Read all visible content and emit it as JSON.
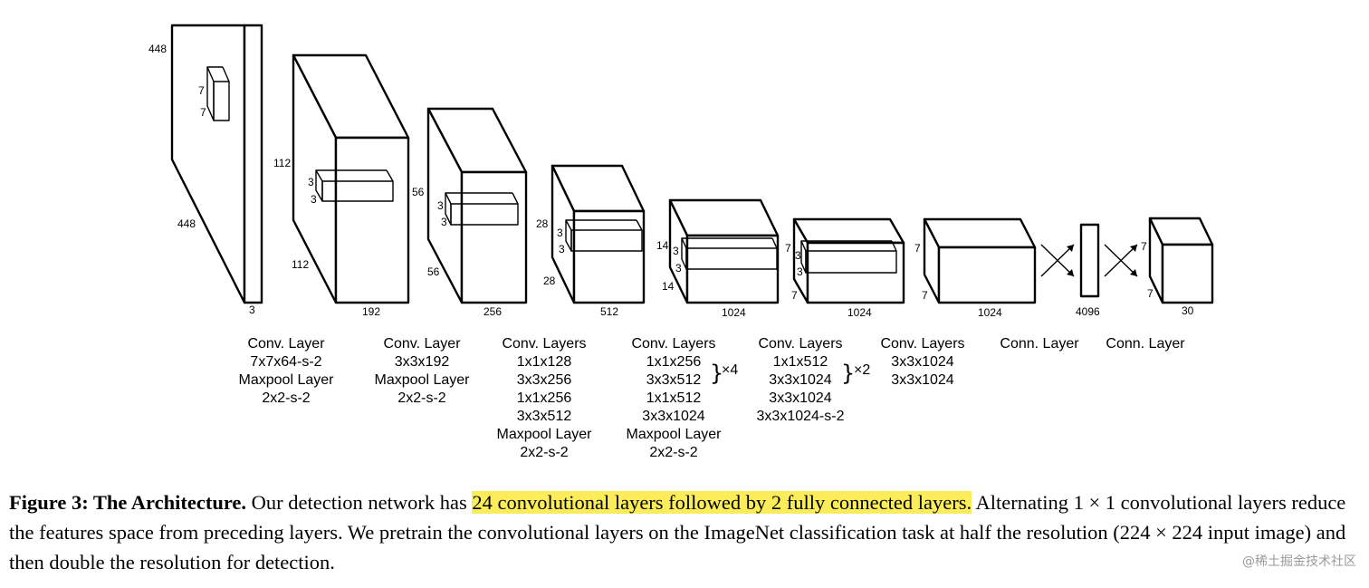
{
  "figure": {
    "input": {
      "height": "448",
      "width": "448",
      "channels": "3",
      "kernel_h": "7",
      "kernel_w": "7"
    },
    "blocks": [
      {
        "name": "block-1",
        "h": "112",
        "w": "112",
        "channels": "192",
        "kernel_a": "3",
        "kernel_b": "3",
        "lines": [
          "Conv. Layer",
          "7x7x64-s-2",
          "Maxpool Layer",
          "2x2-s-2"
        ]
      },
      {
        "name": "block-2",
        "h": "56",
        "w": "56",
        "channels": "256",
        "kernel_a": "3",
        "kernel_b": "3",
        "lines": [
          "Conv. Layer",
          "3x3x192",
          "Maxpool Layer",
          "2x2-s-2"
        ]
      },
      {
        "name": "block-3",
        "h": "28",
        "w": "28",
        "channels": "512",
        "kernel_a": "3",
        "kernel_b": "3",
        "lines": [
          "Conv. Layers",
          "1x1x128",
          "3x3x256",
          "1x1x256",
          "3x3x512",
          "Maxpool Layer",
          "2x2-s-2"
        ]
      },
      {
        "name": "block-4",
        "h": "14",
        "w": "14",
        "channels": "1024",
        "kernel_a": "3",
        "kernel_b": "3",
        "lines": [
          "Conv. Layers",
          "1x1x256",
          "3x3x512",
          "1x1x512",
          "3x3x1024",
          "Maxpool Layer",
          "2x2-s-2"
        ],
        "repeat": "×4"
      },
      {
        "name": "block-5",
        "h": "7",
        "w": "7",
        "channels": "1024",
        "kernel_a": "3",
        "kernel_b": "3",
        "lines": [
          "Conv. Layers",
          "1x1x512",
          "3x3x1024",
          "3x3x1024",
          "3x3x1024-s-2"
        ],
        "repeat": "×2"
      },
      {
        "name": "block-6",
        "h": "7",
        "w": "7",
        "channels": "1024",
        "lines": [
          "Conv. Layers",
          "3x3x1024",
          "3x3x1024"
        ]
      }
    ],
    "fc1": {
      "units": "4096",
      "label": "Conn. Layer"
    },
    "output": {
      "h": "7",
      "w": "7",
      "channels": "30",
      "label": "Conn. Layer"
    }
  },
  "caption": {
    "title": "Figure 3: The Architecture.",
    "text_before": " Our detection network has ",
    "highlight": "24 convolutional layers followed by 2 fully connected layers.",
    "text_after": " Alternating 1 × 1 convolutional layers reduce the features space from preceding layers. We pretrain the convolutional layers on the ImageNet classification task at half the resolution (224 × 224 input image) and then double the resolution for detection."
  },
  "watermark": "@稀土掘金技术社区",
  "colors": {
    "highlight": "#fbed5a",
    "ink": "#000000",
    "watermark": "#9a9a9a"
  }
}
